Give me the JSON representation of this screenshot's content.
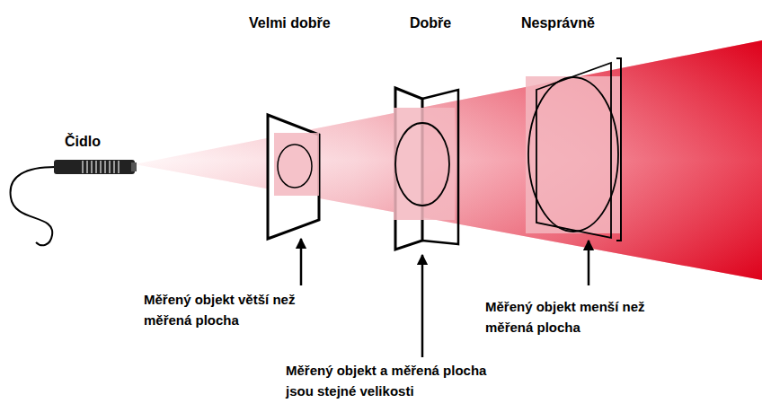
{
  "diagram": {
    "labels": [
      "Čidlo",
      "Velmi dobře",
      "Dobře",
      "Nesprávně",
      "Měřený objekt větší než měřená plocha",
      "Měřený objekt a měřená plocha jsou stejné velikosti",
      "Měřený objekt menší než měřená plocha"
    ]
  }
}
